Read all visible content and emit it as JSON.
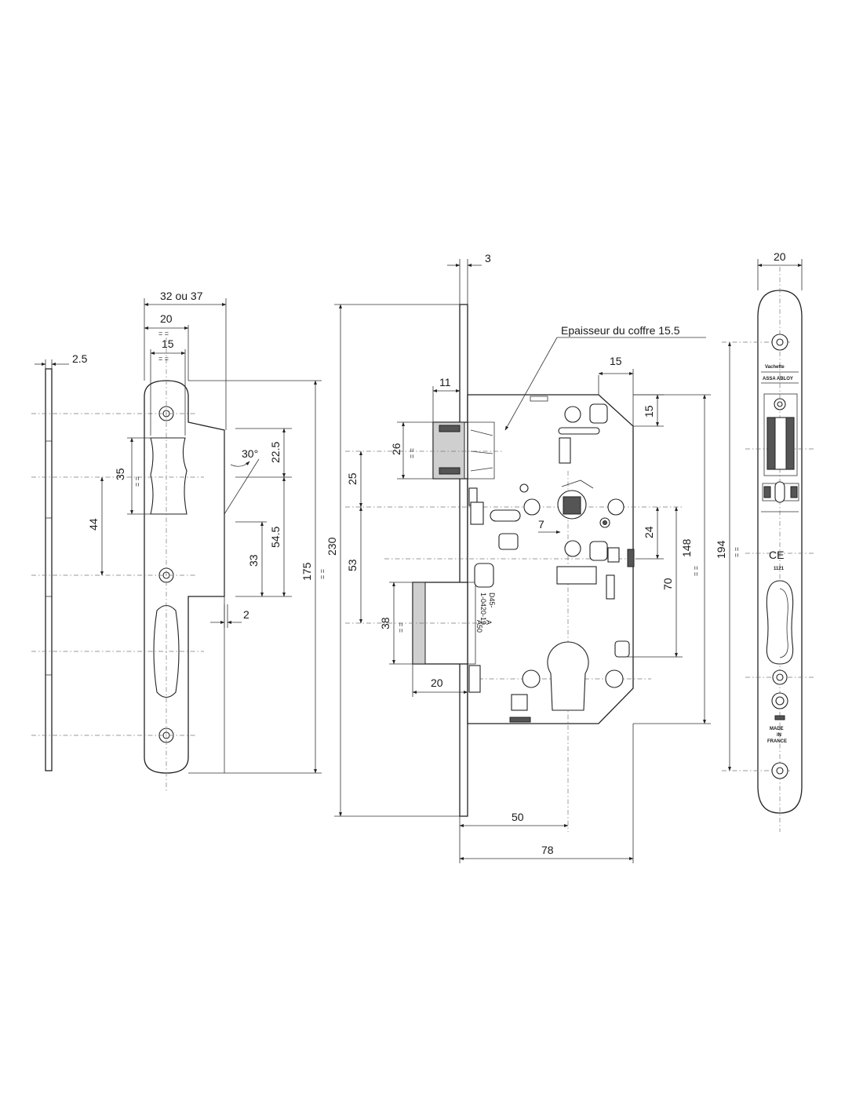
{
  "colors": {
    "line": "#222222",
    "background": "#ffffff"
  },
  "strike_plate": {
    "dims": {
      "thickness": "2.5",
      "width_total": "32 ou 37",
      "width_plate": "20",
      "width_hole": "15",
      "equal_marks": "= =",
      "opening_height": "35",
      "opening_height_eq": "= =",
      "angle": "30°",
      "offset_22_5": "22.5",
      "offset_44": "44",
      "offset_54_5": "54.5",
      "offset_33": "33",
      "offset_2": "2",
      "height_175": "175",
      "height_175_eq": "= ="
    }
  },
  "lock_body": {
    "dims": {
      "faceplate_thickness": "3",
      "height_230": "230",
      "case_thickness_note": "Epaisseur du coffre 15.5",
      "latch_projection": "11",
      "latch_height": "26",
      "dim_25": "25",
      "dim_53": "53",
      "bolt_height": "38",
      "bolt_height_eq": "= =",
      "bolt_projection": "20",
      "dim_7": "7",
      "corner_15_h": "15",
      "corner_15_v": "15",
      "dim_24": "24",
      "dim_70": "70",
      "dim_148": "148",
      "dim_148_eq": "= =",
      "backset": "50",
      "case_depth": "78"
    },
    "marking": [
      "D45-",
      "1-0420-19",
      "A",
      "A50"
    ]
  },
  "faceplate": {
    "dims": {
      "width": "20",
      "height_194": "194",
      "height_194_eq": "= ="
    },
    "brand": "Vachette",
    "group": "ASSA ABLOY",
    "ce_mark": "CE",
    "ce_number": "1121",
    "origin": [
      "MADE",
      "IN",
      "FRANCE"
    ]
  }
}
